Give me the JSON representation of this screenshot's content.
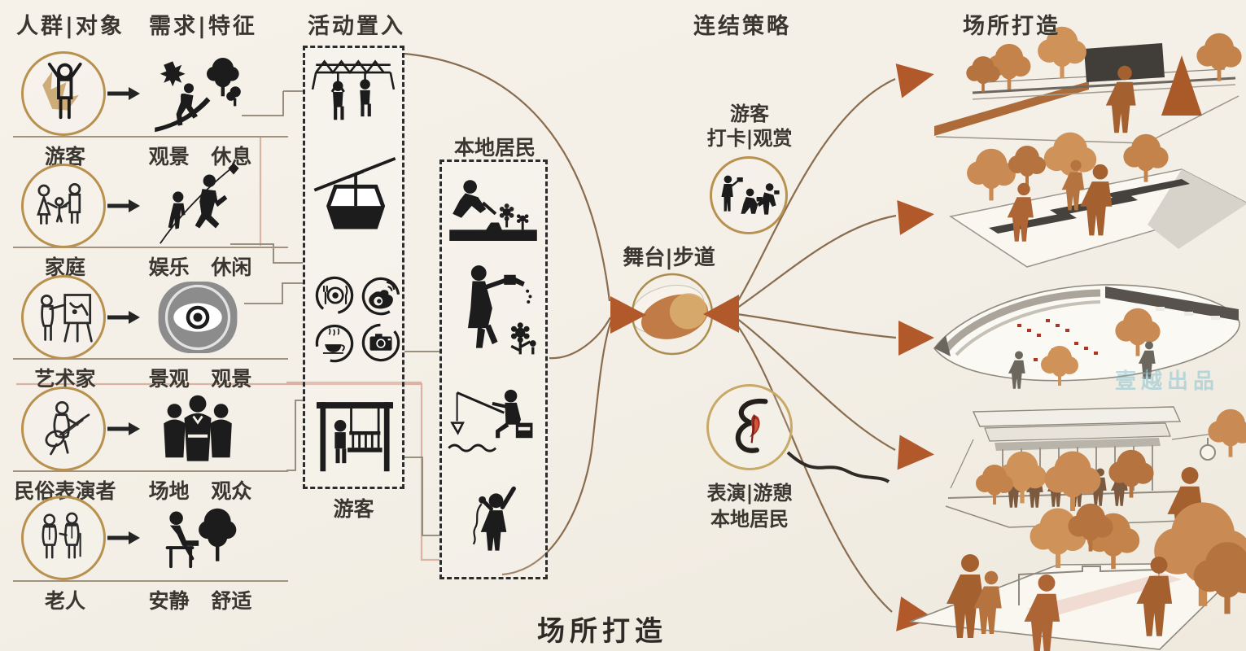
{
  "headers": {
    "people": "人群|对象",
    "needs": "需求|特征",
    "activity": "活动置入",
    "strategy": "连结策略",
    "place": "场所打造",
    "bottom_title": "场所打造"
  },
  "rows": [
    {
      "group": "游客",
      "needs": "观景 休息"
    },
    {
      "group": "家庭",
      "needs": "娱乐 休闲"
    },
    {
      "group": "艺术家",
      "needs": "景观 观景"
    },
    {
      "group": "民俗表演者",
      "needs": "场地 观众"
    },
    {
      "group": "老人",
      "needs": "安静 舒适"
    }
  ],
  "activity_box": {
    "label": "游客"
  },
  "residents_box": {
    "label": "本地居民"
  },
  "hub": {
    "label": "舞台|步道"
  },
  "strategies": [
    {
      "line1": "游客",
      "line2": "打卡|观赏"
    },
    {
      "line1": "表演|游憩",
      "line2": "本地居民"
    }
  ],
  "watermark": "壹越出品",
  "colors": {
    "background": "#f3efe7",
    "ink": "#36332e",
    "gold_circle": "#b9914f",
    "arrow_brown": "#b2592b",
    "curve_brown": "#8a6c4e",
    "salmon_line": "#dcb3a2",
    "tree_orange": "#c98a54",
    "hub_fill": "#c07b46",
    "watermark_blue": "#7dbecd"
  }
}
